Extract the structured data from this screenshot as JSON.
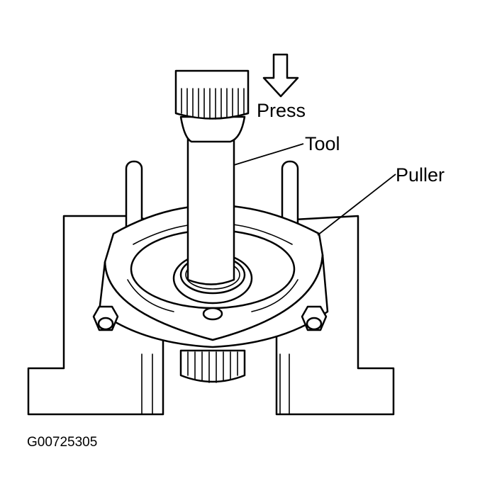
{
  "labels": {
    "press": "Press",
    "tool": "Tool",
    "puller": "Puller"
  },
  "figure_id": "G00725305",
  "colors": {
    "ink": "#000000",
    "paper": "#ffffff"
  }
}
